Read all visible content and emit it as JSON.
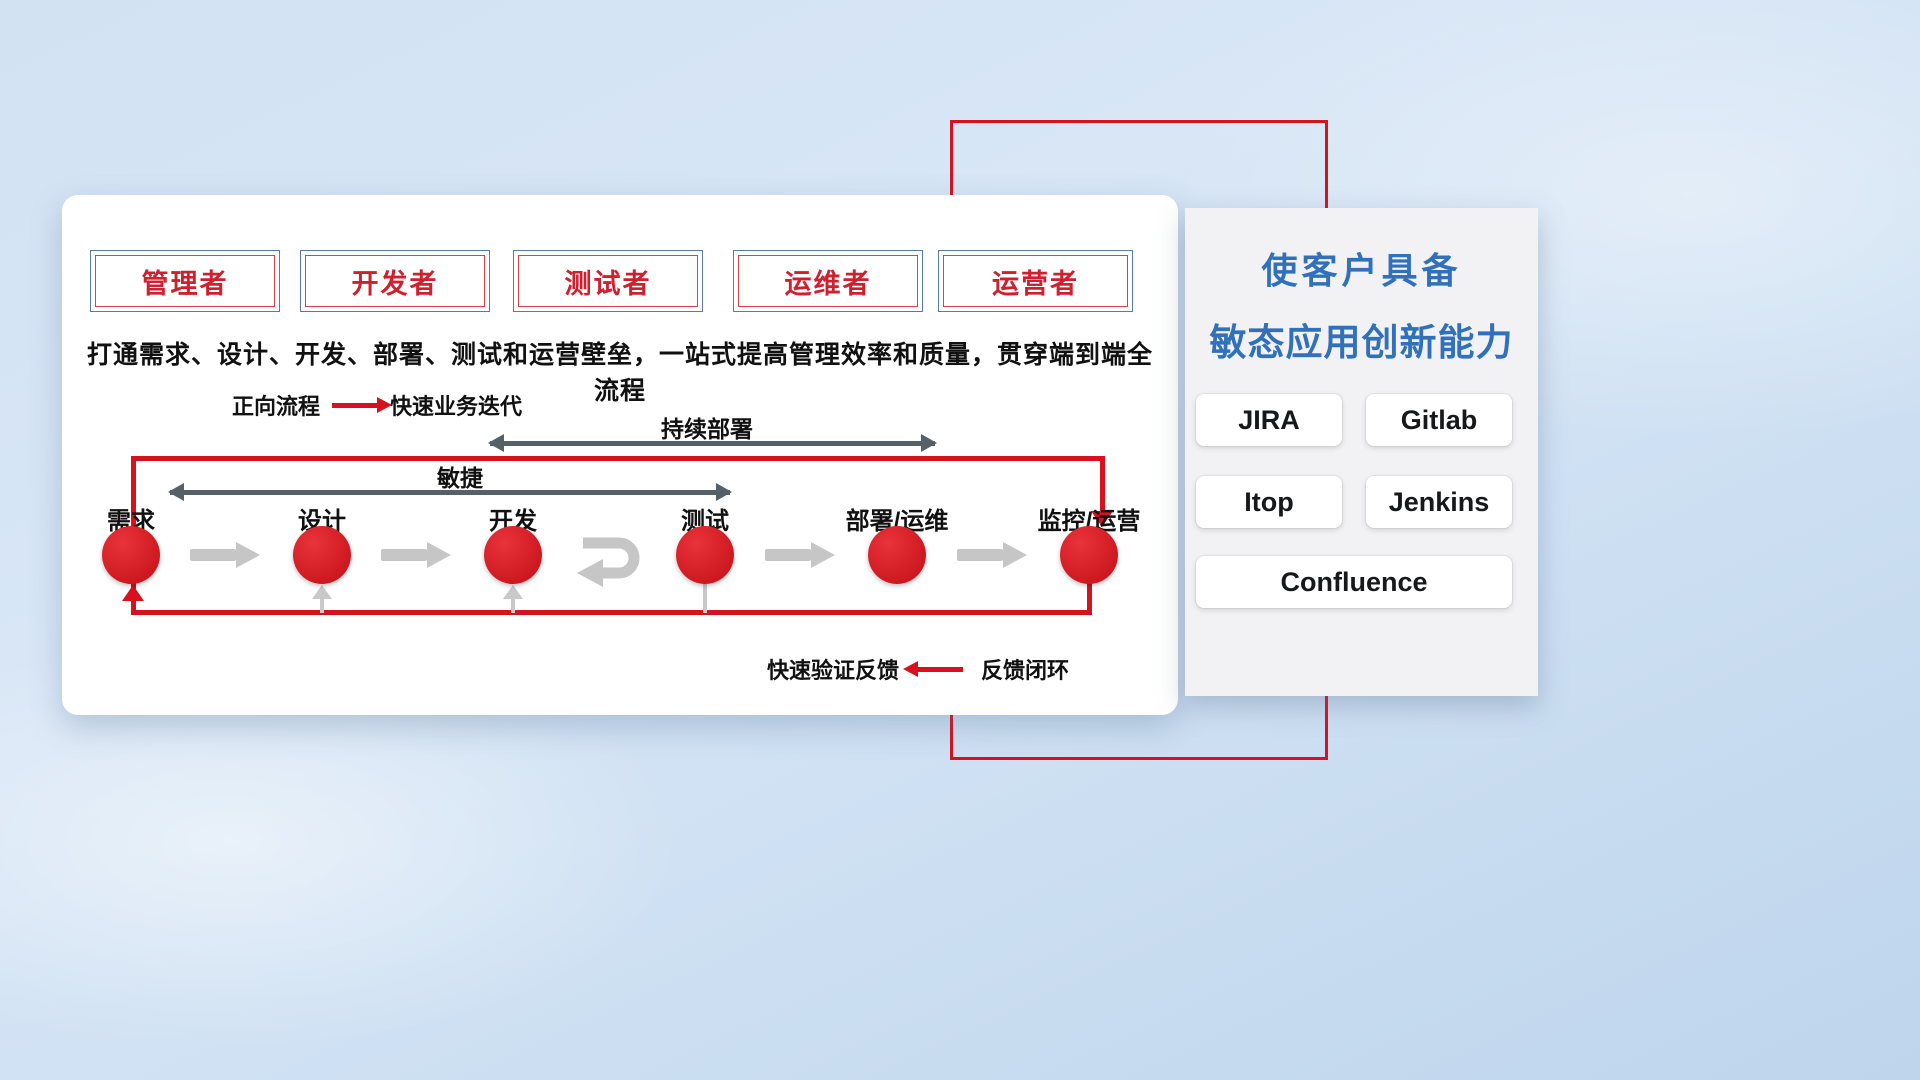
{
  "roles": [
    "管理者",
    "开发者",
    "测试者",
    "运维者",
    "运营者"
  ],
  "description": "打通需求、设计、开发、部署、测试和运营壁垒，一站式提高管理效率和质量，贯穿端到端全流程",
  "legend": {
    "forward_label": "正向流程",
    "forward_value": "快速业务迭代",
    "feedback_value": "快速验证反馈",
    "feedback_label": "反馈闭环"
  },
  "flow": {
    "agile_label": "敏捷",
    "continuous_deploy_label": "持续部署",
    "stages": [
      "需求",
      "设计",
      "开发",
      "测试",
      "部署/运维",
      "监控/运营"
    ]
  },
  "right_panel": {
    "title_line1": "使客户具备",
    "title_line2": "敏态应用创新能力",
    "tools": [
      "JIRA",
      "Gitlab",
      "Itop",
      "Jenkins",
      "Confluence"
    ]
  },
  "colors": {
    "accent_red": "#d6121f",
    "title_blue": "#3170ba",
    "dark_arrow": "#566069",
    "light_arrow": "#c6c6c6"
  }
}
